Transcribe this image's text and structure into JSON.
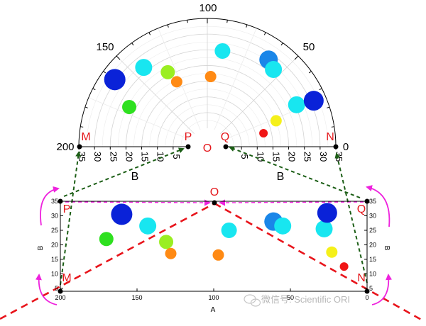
{
  "polar": {
    "angle_ticks": [
      "0",
      "50",
      "100",
      "150",
      "200"
    ],
    "radial_ticks_right": [
      "5",
      "10",
      "15",
      "20",
      "25",
      "30",
      "35"
    ],
    "radial_ticks_left": [
      "35",
      "30",
      "25",
      "20",
      "15",
      "10",
      "5"
    ],
    "axis_name_left": "B",
    "axis_name_right": "B"
  },
  "labels": {
    "M_top": "M",
    "P_top": "P",
    "O_top": "O",
    "Q_top": "Q",
    "N_top": "N",
    "O_mid": "O",
    "P_mid": "P",
    "Q_mid": "Q",
    "M_bot": "M",
    "N_bot": "N"
  },
  "bubbles": [
    {
      "a": 160,
      "b": 30.5,
      "r": 15,
      "color": "#0a22d8"
    },
    {
      "a": 143,
      "b": 26.5,
      "r": 12,
      "color": "#18e6f0"
    },
    {
      "a": 131,
      "b": 21,
      "r": 10,
      "color": "#9aee22"
    },
    {
      "a": 128,
      "b": 17,
      "r": 8,
      "color": "#ff8a14"
    },
    {
      "a": 170,
      "b": 22,
      "r": 10,
      "color": "#2ee01f"
    },
    {
      "a": 97,
      "b": 16.5,
      "r": 8,
      "color": "#ff8a14"
    },
    {
      "a": 90,
      "b": 25,
      "r": 11,
      "color": "#18e6f0"
    },
    {
      "a": 61,
      "b": 28,
      "r": 13,
      "color": "#1a86e8"
    },
    {
      "a": 55,
      "b": 26.5,
      "r": 12,
      "color": "#18e6f0"
    },
    {
      "a": 28,
      "b": 25.5,
      "r": 12,
      "color": "#18e6f0"
    },
    {
      "a": 26,
      "b": 31,
      "r": 14,
      "color": "#0a22d8"
    },
    {
      "a": 23,
      "b": 17.5,
      "r": 8,
      "color": "#f5f01a"
    },
    {
      "a": 15,
      "b": 12.5,
      "r": 6,
      "color": "#f01616"
    }
  ],
  "cartesian": {
    "x_ticks": [
      "200",
      "150",
      "100",
      "50",
      "0"
    ],
    "y_ticks": [
      "5",
      "10",
      "15",
      "20",
      "25",
      "30",
      "35"
    ],
    "xlabel": "A",
    "ylabel_left": "B",
    "ylabel_right": "B"
  },
  "watermark": "微信号: Scientific ORI",
  "colors": {
    "label_red": "#e4171b",
    "magenta": "#ee22dd",
    "dashed_red": "#e8141b",
    "dark_green": "#1c5e16"
  }
}
